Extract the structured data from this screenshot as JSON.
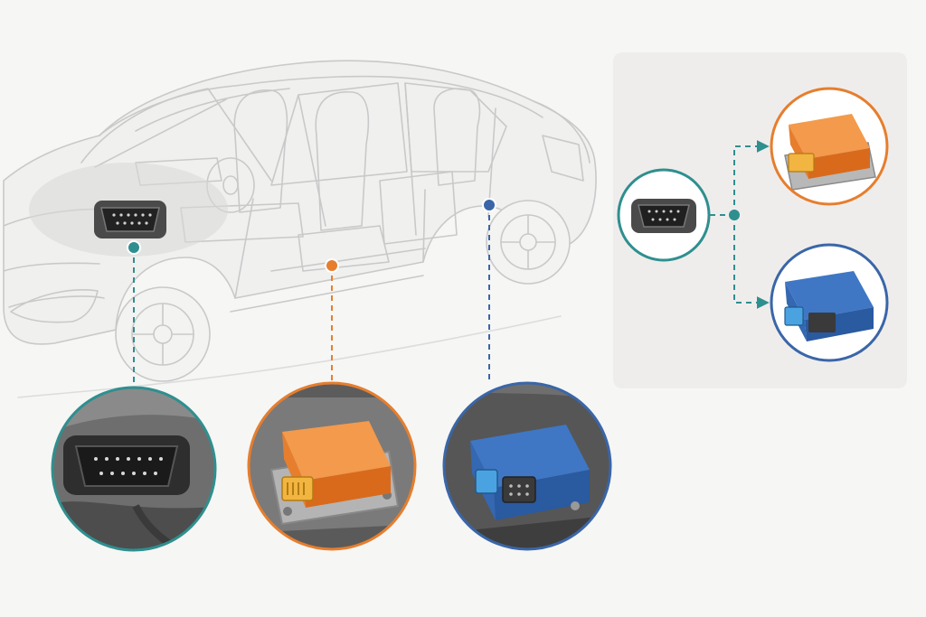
{
  "diagram": {
    "title": "",
    "callouts": [
      {
        "id": "obd-port",
        "icon": "obd2-connector-icon",
        "color": "#2f8f8f"
      },
      {
        "id": "orange-module",
        "icon": "orange-control-module-icon",
        "color": "#e67e2e"
      },
      {
        "id": "blue-module",
        "icon": "blue-control-module-icon",
        "color": "#3a66a8"
      }
    ],
    "summary_panel": {
      "source": "obd2-connector-icon",
      "targets": [
        "orange-control-module-icon",
        "blue-control-module-icon"
      ]
    },
    "colors": {
      "teal": "#2f8f8f",
      "orange": "#e67e2e",
      "blue": "#3a66a8",
      "panel": "#efedec",
      "car_outline": "#c9c9c9"
    }
  }
}
